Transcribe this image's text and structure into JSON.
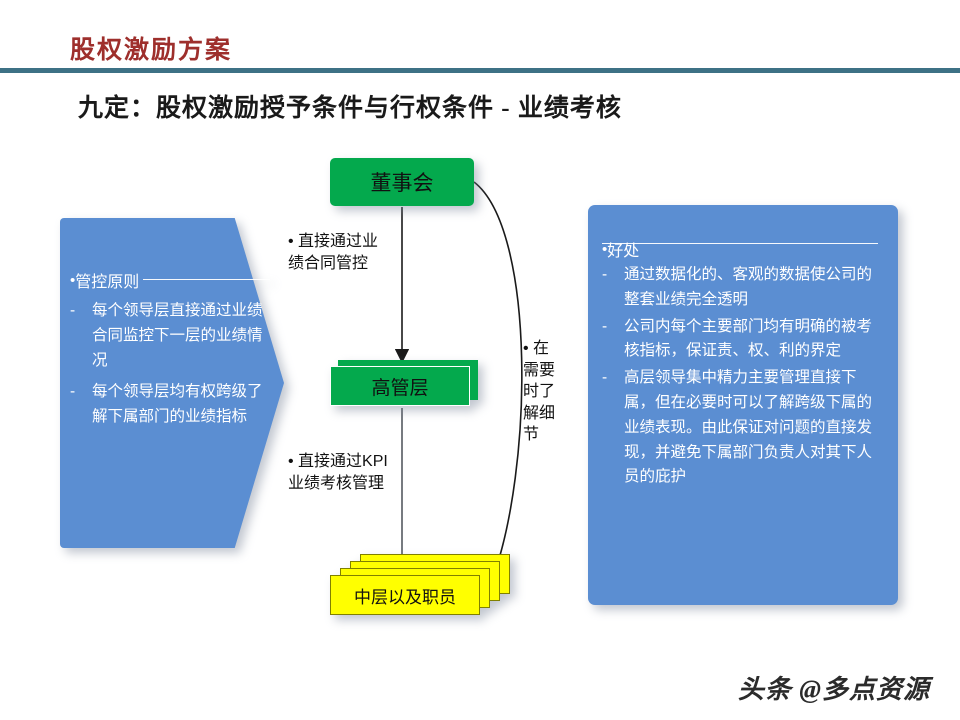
{
  "header": {
    "brand_title": "股权激励方案",
    "rule_color": "#3d7185",
    "brand_color": "#9e2f2c"
  },
  "slide": {
    "title": "九定：股权激励授予条件与行权条件 - 业绩考核"
  },
  "left_callout": {
    "bullet_glyph": "•",
    "heading": "管控原则",
    "items": [
      {
        "mark": "-",
        "text": "每个领导层直接通过业绩合同监控下一层的业绩情况"
      },
      {
        "mark": "-",
        "text": "每个领导层均有权跨级了解下属部门的业绩指标"
      }
    ],
    "fill_color": "#5b8ed2"
  },
  "right_callout": {
    "bullet_glyph": "•",
    "heading": "好处",
    "items": [
      {
        "mark": "-",
        "text": "通过数据化的、客观的数据使公司的整套业绩完全透明"
      },
      {
        "mark": "-",
        "text": "公司内每个主要部门均有明确的被考核指标，保证责、权、利的界定"
      },
      {
        "mark": "-",
        "text": "高层领导集中精力主要管理直接下属，但在必要时可以了解跨级下属的业绩表现。由此保证对问题的直接发现，并避免下属部门负责人对其下人员的庇护"
      }
    ],
    "fill_color": "#5b8ed2"
  },
  "org_chart": {
    "board_label": "董事会",
    "exec_label": "高管层",
    "staff_label": "中层以及职员",
    "green_color": "#04a94d",
    "yellow_color": "#ffff00"
  },
  "annotations": {
    "contract": "• 直接通过业绩合同管控",
    "kpi": "• 直接通过KPI业绩考核管理",
    "detail": "• 在需要时了解细节"
  },
  "watermark": {
    "text": "头条 @多点资源"
  }
}
